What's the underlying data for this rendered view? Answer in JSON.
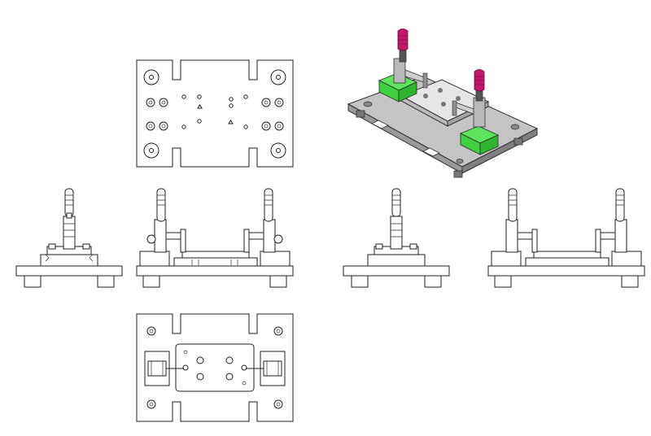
{
  "colors": {
    "line": "#222222",
    "handle": "#c2186b",
    "block": "#3fcf3f",
    "metal": "#b9b9b9",
    "metal_dark": "#8f8f8f"
  },
  "views": [
    {
      "name": "top-view"
    },
    {
      "name": "isometric-view"
    },
    {
      "name": "left-side-view"
    },
    {
      "name": "front-view"
    },
    {
      "name": "right-side-view"
    },
    {
      "name": "rear-view"
    },
    {
      "name": "bottom-view"
    }
  ]
}
